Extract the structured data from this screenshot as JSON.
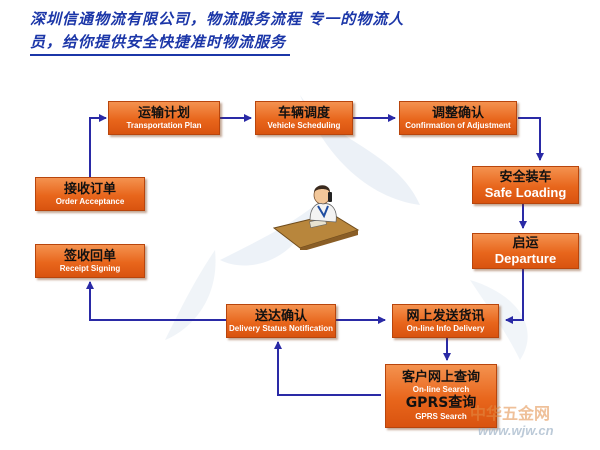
{
  "header": {
    "line1": "深圳信通物流有限公司，物流服务流程  专一的物流人",
    "line2": "员，给你提供安全快捷准时物流服务"
  },
  "colors": {
    "box_fill": "#e8661c",
    "arrow": "#2a2aa6",
    "header_text": "#1b36a8"
  },
  "nodes": {
    "transport_plan": {
      "cn": "运输计划",
      "en": "Transportation Plan"
    },
    "vehicle_scheduling": {
      "cn": "车辆调度",
      "en": "Vehicle Scheduling"
    },
    "confirmation_adjustment": {
      "cn": "调整确认",
      "en": "Confirmation of Adjustment"
    },
    "order_acceptance": {
      "cn": "接收订单",
      "en": "Order Acceptance"
    },
    "safe_loading": {
      "cn": "安全装车",
      "en": "Safe Loading"
    },
    "receipt_signing": {
      "cn": "签收回单",
      "en": "Receipt Signing"
    },
    "departure": {
      "cn": "启运",
      "en": "Departure"
    },
    "delivery_status": {
      "cn": "送达确认",
      "en": "Delivery Status Notification"
    },
    "online_info": {
      "cn": "网上发送货讯",
      "en": "On-line Info Delivery"
    },
    "online_search": {
      "cn1": "客户网上查询",
      "en1": "On-line Search",
      "cn2": "GPRS查询",
      "en2": "GPRS Search"
    }
  },
  "watermark": {
    "text1": "中华五金网",
    "text2": "www.wjw.cn"
  }
}
